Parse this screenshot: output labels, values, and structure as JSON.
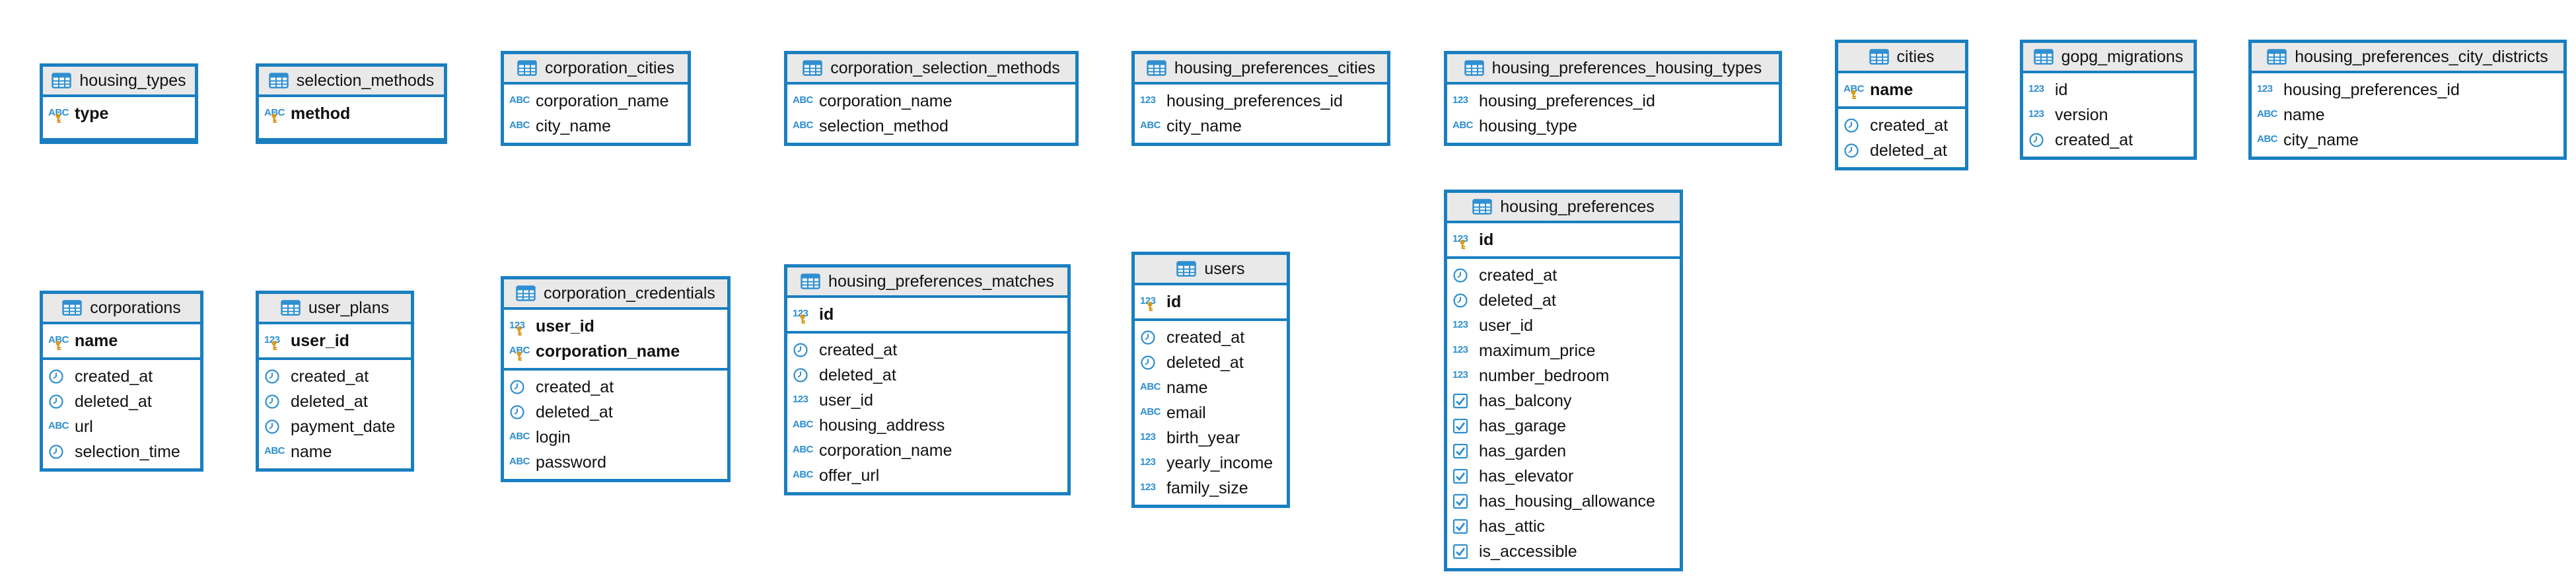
{
  "tables": [
    {
      "id": "housing_types",
      "title": "housing_types",
      "pk": [
        {
          "name": "type",
          "type": "abc"
        }
      ],
      "cols": []
    },
    {
      "id": "selection_methods",
      "title": "selection_methods",
      "pk": [
        {
          "name": "method",
          "type": "abc"
        }
      ],
      "cols": []
    },
    {
      "id": "corporation_cities",
      "title": "corporation_cities",
      "pk": [],
      "cols": [
        {
          "name": "corporation_name",
          "type": "abc"
        },
        {
          "name": "city_name",
          "type": "abc"
        }
      ]
    },
    {
      "id": "corporation_selection_methods",
      "title": "corporation_selection_methods",
      "pk": [],
      "cols": [
        {
          "name": "corporation_name",
          "type": "abc"
        },
        {
          "name": "selection_method",
          "type": "abc"
        }
      ]
    },
    {
      "id": "housing_preferences_cities",
      "title": "housing_preferences_cities",
      "pk": [],
      "cols": [
        {
          "name": "housing_preferences_id",
          "type": "num"
        },
        {
          "name": "city_name",
          "type": "abc"
        }
      ]
    },
    {
      "id": "housing_preferences_housing_types",
      "title": "housing_preferences_housing_types",
      "pk": [],
      "cols": [
        {
          "name": "housing_preferences_id",
          "type": "num"
        },
        {
          "name": "housing_type",
          "type": "abc"
        }
      ]
    },
    {
      "id": "cities",
      "title": "cities",
      "pk": [
        {
          "name": "name",
          "type": "abc"
        }
      ],
      "cols": [
        {
          "name": "created_at",
          "type": "time"
        },
        {
          "name": "deleted_at",
          "type": "time"
        }
      ]
    },
    {
      "id": "gopg_migrations",
      "title": "gopg_migrations",
      "pk": [],
      "cols": [
        {
          "name": "id",
          "type": "num"
        },
        {
          "name": "version",
          "type": "num"
        },
        {
          "name": "created_at",
          "type": "time"
        }
      ]
    },
    {
      "id": "housing_preferences_city_districts",
      "title": "housing_preferences_city_districts",
      "pk": [],
      "cols": [
        {
          "name": "housing_preferences_id",
          "type": "num"
        },
        {
          "name": "name",
          "type": "abc"
        },
        {
          "name": "city_name",
          "type": "abc"
        }
      ]
    },
    {
      "id": "corporations",
      "title": "corporations",
      "pk": [
        {
          "name": "name",
          "type": "abc"
        }
      ],
      "cols": [
        {
          "name": "created_at",
          "type": "time"
        },
        {
          "name": "deleted_at",
          "type": "time"
        },
        {
          "name": "url",
          "type": "abc"
        },
        {
          "name": "selection_time",
          "type": "time"
        }
      ]
    },
    {
      "id": "user_plans",
      "title": "user_plans",
      "pk": [
        {
          "name": "user_id",
          "type": "num"
        }
      ],
      "cols": [
        {
          "name": "created_at",
          "type": "time"
        },
        {
          "name": "deleted_at",
          "type": "time"
        },
        {
          "name": "payment_date",
          "type": "time"
        },
        {
          "name": "name",
          "type": "abc"
        }
      ]
    },
    {
      "id": "corporation_credentials",
      "title": "corporation_credentials",
      "pk": [
        {
          "name": "user_id",
          "type": "num"
        },
        {
          "name": "corporation_name",
          "type": "abc"
        }
      ],
      "cols": [
        {
          "name": "created_at",
          "type": "time"
        },
        {
          "name": "deleted_at",
          "type": "time"
        },
        {
          "name": "login",
          "type": "abc"
        },
        {
          "name": "password",
          "type": "abc"
        }
      ]
    },
    {
      "id": "housing_preferences_matches",
      "title": "housing_preferences_matches",
      "pk": [
        {
          "name": "id",
          "type": "num"
        }
      ],
      "cols": [
        {
          "name": "created_at",
          "type": "time"
        },
        {
          "name": "deleted_at",
          "type": "time"
        },
        {
          "name": "user_id",
          "type": "num"
        },
        {
          "name": "housing_address",
          "type": "abc"
        },
        {
          "name": "corporation_name",
          "type": "abc"
        },
        {
          "name": "offer_url",
          "type": "abc"
        }
      ]
    },
    {
      "id": "users",
      "title": "users",
      "pk": [
        {
          "name": "id",
          "type": "num"
        }
      ],
      "cols": [
        {
          "name": "created_at",
          "type": "time"
        },
        {
          "name": "deleted_at",
          "type": "time"
        },
        {
          "name": "name",
          "type": "abc"
        },
        {
          "name": "email",
          "type": "abc"
        },
        {
          "name": "birth_year",
          "type": "num"
        },
        {
          "name": "yearly_income",
          "type": "num"
        },
        {
          "name": "family_size",
          "type": "num"
        }
      ]
    },
    {
      "id": "housing_preferences",
      "title": "housing_preferences",
      "pk": [
        {
          "name": "id",
          "type": "num"
        }
      ],
      "cols": [
        {
          "name": "created_at",
          "type": "time"
        },
        {
          "name": "deleted_at",
          "type": "time"
        },
        {
          "name": "user_id",
          "type": "num"
        },
        {
          "name": "maximum_price",
          "type": "num"
        },
        {
          "name": "number_bedroom",
          "type": "num"
        },
        {
          "name": "has_balcony",
          "type": "bool"
        },
        {
          "name": "has_garage",
          "type": "bool"
        },
        {
          "name": "has_garden",
          "type": "bool"
        },
        {
          "name": "has_elevator",
          "type": "bool"
        },
        {
          "name": "has_housing_allowance",
          "type": "bool"
        },
        {
          "name": "has_attic",
          "type": "bool"
        },
        {
          "name": "is_accessible",
          "type": "bool"
        }
      ]
    }
  ],
  "type_labels": {
    "abc": "ABC",
    "num": "123"
  },
  "colors": {
    "border": "#1a7fc1",
    "icon": "#2f8fd0",
    "header_bg": "#e9e9e9",
    "key_gold": "#d89a1c"
  }
}
